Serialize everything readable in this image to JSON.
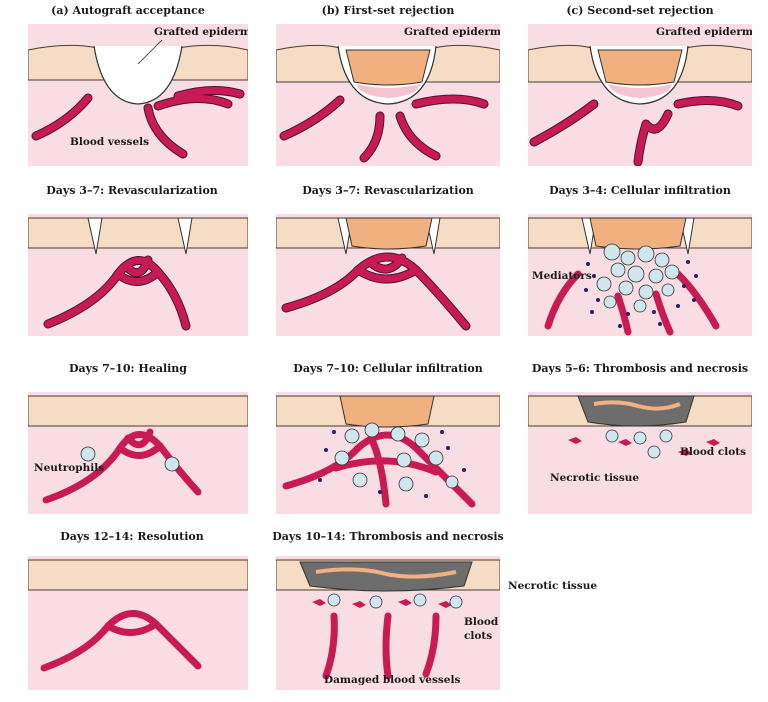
{
  "columns": {
    "a": "(a) Autograft acceptance",
    "b": "(b) First-set rejection",
    "c": "(c) Second-set rejection"
  },
  "stages": {
    "a1": "Days 3–7: Revascularization",
    "a2": "Days 7–10: Healing",
    "a3": "Days 12–14: Resolution",
    "b1": "Days 3–7: Revascularization",
    "b2": "Days 7–10: Cellular infiltration",
    "b3": "Days 10–14: Thrombosis and necrosis",
    "c1": "Days 3–4: Cellular infiltration",
    "c2": "Days 5–6: Thrombosis and necrosis"
  },
  "labels": {
    "grafted_epidermis": "Grafted epidermis",
    "blood_vessels": "Blood vessels",
    "neutrophils": "Neutrophils",
    "mediators": "Mediators",
    "blood_clots": "Blood clots",
    "necrotic_tissue": "Necrotic tissue",
    "blood": "Blood",
    "clots": "clots",
    "damaged_blood_vessels": "Damaged blood vessels"
  },
  "colors": {
    "skin": "#f6dcc4",
    "dermis": "#f9dde4",
    "graft_foreign": "#f0b07f",
    "vessel": "#c81b55",
    "cell": "#cfe6ec",
    "mediator": "#2b1f5a",
    "necrotic": "#6d6d6d"
  }
}
